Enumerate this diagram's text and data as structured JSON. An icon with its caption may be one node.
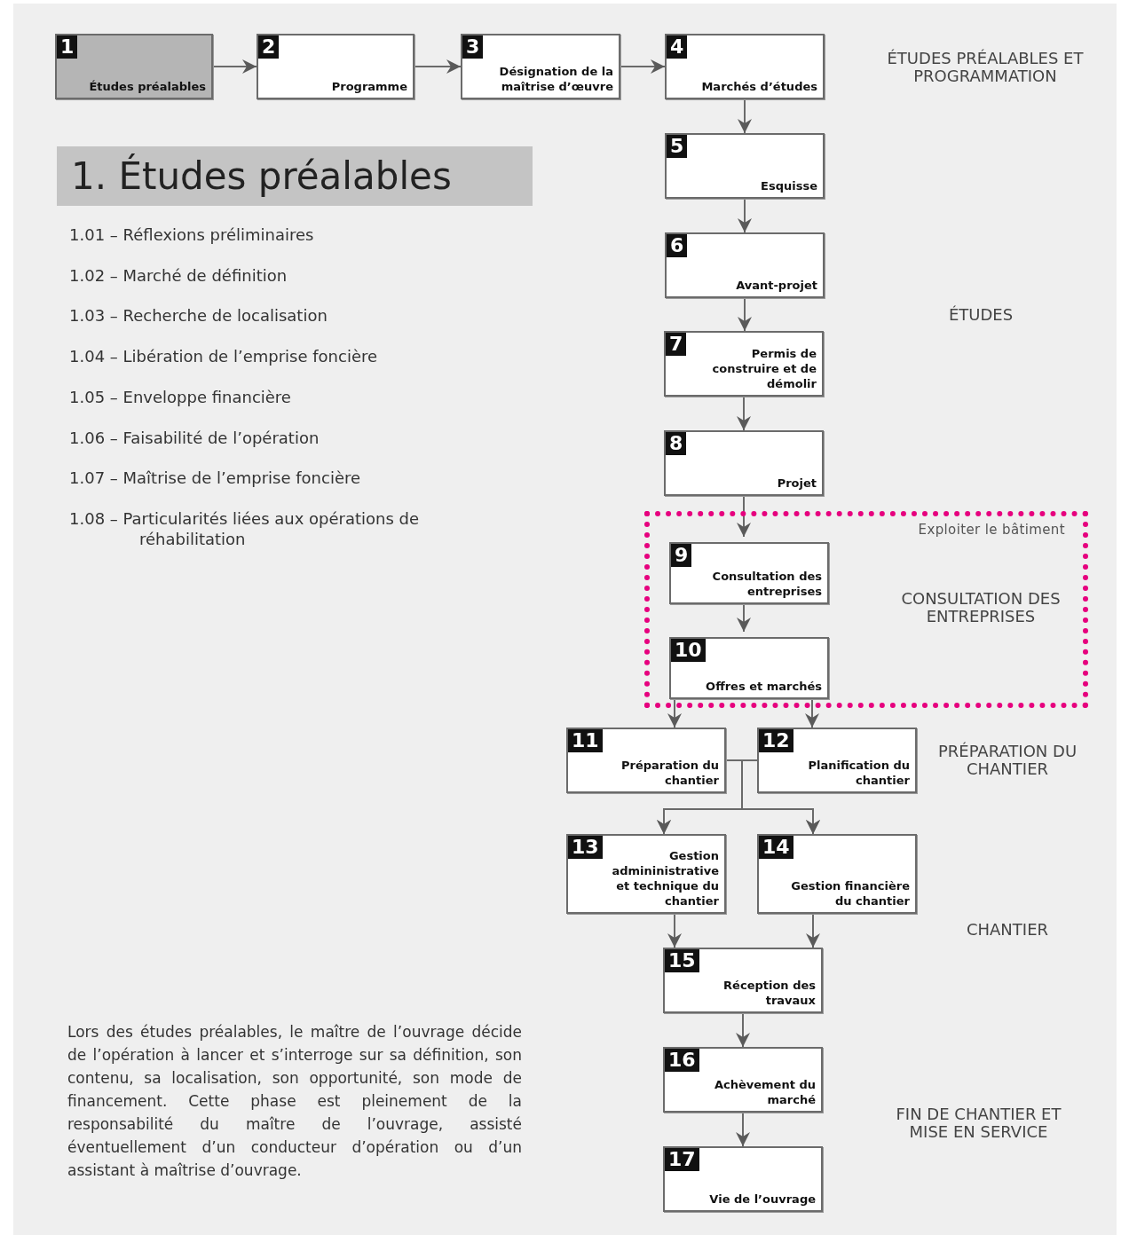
{
  "diagram": {
    "title": "1. Études préalables",
    "nodes": [
      {
        "text": [
          "1",
          "Études préalables"
        ]
      },
      {
        "text": [
          "2",
          "Programme"
        ]
      },
      {
        "text": [
          "3",
          "Désignation de la maîtrise d’œuvre"
        ]
      },
      {
        "text": [
          "4",
          "Marchés d’études"
        ]
      },
      {
        "text": [
          "5",
          "Esquisse"
        ]
      },
      {
        "text": [
          "6",
          "Avant-projet"
        ]
      },
      {
        "text": [
          "7",
          "Permis de construire et de démolir"
        ]
      },
      {
        "text": [
          "8",
          "Projet"
        ]
      },
      {
        "text": [
          "Exploiter le bâtiment"
        ]
      },
      {
        "text": [
          "9",
          "Consultation des entreprises"
        ],
        "in": 8
      },
      {
        "text": [
          "10",
          "Offres et marchés"
        ],
        "in": 8
      },
      {
        "text": [
          "11",
          "Préparation du chantier"
        ]
      },
      {
        "text": [
          "12",
          "Planification du chantier"
        ]
      },
      {
        "text": [
          "13",
          "Gestion admininistrative et technique du chantier"
        ]
      },
      {
        "text": [
          "14",
          "Gestion financière du chantier"
        ]
      },
      {
        "text": [
          "15",
          "Réception des travaux"
        ]
      },
      {
        "text": [
          "16",
          "Achèvement du marché"
        ]
      },
      {
        "text": [
          "17",
          "Vie de l’ouvrage"
        ]
      }
    ],
    "edges": [
      {
        "from": 0,
        "to": 1,
        "arrow": "to"
      },
      {
        "from": 1,
        "to": 2,
        "arrow": "to"
      },
      {
        "from": 2,
        "to": 3,
        "arrow": "to"
      },
      {
        "from": 3,
        "to": 4,
        "arrow": "to"
      },
      {
        "from": 4,
        "to": 5,
        "arrow": "to"
      },
      {
        "from": 5,
        "to": 6,
        "arrow": "to"
      },
      {
        "from": 6,
        "to": 7,
        "arrow": "to"
      },
      {
        "from": 7,
        "to": 9,
        "arrow": "to"
      },
      {
        "from": 9,
        "to": 10,
        "arrow": "to"
      },
      {
        "from": 10,
        "to": 11,
        "arrow": "to"
      },
      {
        "from": 10,
        "to": 12,
        "arrow": "to"
      },
      {
        "from": 11,
        "to": 13,
        "arrow": "to"
      },
      {
        "from": 11,
        "to": 14,
        "arrow": "to"
      },
      {
        "from": 12,
        "to": 13,
        "arrow": "to"
      },
      {
        "from": 12,
        "to": 14,
        "arrow": "to"
      },
      {
        "from": 13,
        "to": 15,
        "arrow": "to"
      },
      {
        "from": 14,
        "to": 15,
        "arrow": "to"
      },
      {
        "from": 15,
        "to": 16,
        "arrow": "to"
      },
      {
        "from": 16,
        "to": 17,
        "arrow": "to"
      }
    ],
    "labels": [
      "ÉTUDES PRÉALABLES ET PROGRAMMATION",
      "ÉTUDES",
      "CONSULTATION DES ENTREPRISES",
      "PRÉPARATION DU CHANTIER",
      "CHANTIER",
      "FIN DE CHANTIER ET MISE EN SERVICE",
      "1.01 – Réflexions préliminaires",
      "1.02 – Marché de définition",
      "1.03 – Recherche de localisation",
      "1.04 – Libération de l’emprise foncière",
      "1.05 – Enveloppe financière",
      "1.06 – Faisabilité de l’opération",
      "1.07 – Maîtrise de l’emprise foncière",
      "1.08 – Particularités liées aux opérations de réhabilitation",
      "Lors des études préalables, le maître de l’ouvrage décide de l’opération à lancer et s’interroge sur sa définition, son contenu, sa localisation, son opportunité, son mode de financement. Cette phase est pleinement de la responsabilité du maître de l’ouvrage, assisté éventuellement d’un conducteur d’opération ou d’un assistant à maîtrise d’ouvrage."
    ]
  }
}
